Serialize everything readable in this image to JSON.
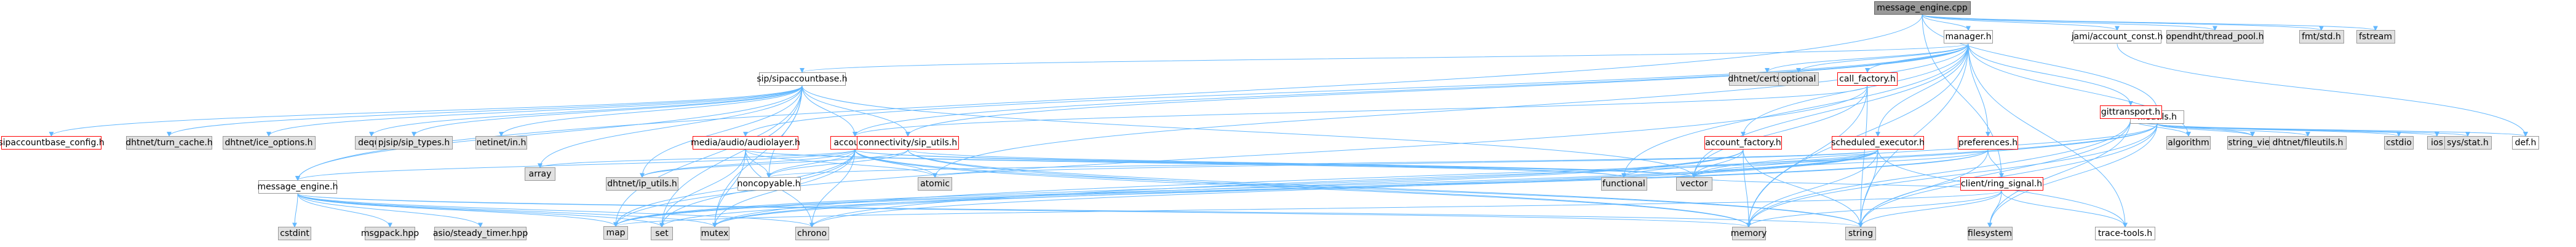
{
  "graph": {
    "edge_color": "#63b8ff",
    "nodes": [
      {
        "id": "root",
        "label": "message_engine.cpp",
        "type": "root"
      },
      {
        "id": "manager",
        "label": "manager.h",
        "type": "doc"
      },
      {
        "id": "jamiaccount_const",
        "label": "jami/account_const.h",
        "type": "doc"
      },
      {
        "id": "threadpool",
        "label": "opendht/thread_pool.h",
        "type": "ext"
      },
      {
        "id": "fmtstd",
        "label": "fmt/std.h",
        "type": "ext"
      },
      {
        "id": "fstream",
        "label": "fstream",
        "type": "ext"
      },
      {
        "id": "fileutils",
        "label": "fileutils.h",
        "type": "doc"
      },
      {
        "id": "sipaccountbase",
        "label": "sip/sipaccountbase.h",
        "type": "doc"
      },
      {
        "id": "dhtcertstore",
        "label": "dhtnet/certstore.h",
        "type": "ext"
      },
      {
        "id": "optional",
        "label": "optional",
        "type": "ext"
      },
      {
        "id": "callfactory",
        "label": "call_factory.h",
        "type": "red"
      },
      {
        "id": "gittransport",
        "label": "gittransport.h",
        "type": "red"
      },
      {
        "id": "sipconfig",
        "label": "sipaccountbase_config.h",
        "type": "red"
      },
      {
        "id": "turncache",
        "label": "dhtnet/turn_cache.h",
        "type": "ext"
      },
      {
        "id": "iceoptions",
        "label": "dhtnet/ice_options.h",
        "type": "ext"
      },
      {
        "id": "deque",
        "label": "deque",
        "type": "ext"
      },
      {
        "id": "pjsiptypes",
        "label": "pjsip/sip_types.h",
        "type": "ext"
      },
      {
        "id": "netinet",
        "label": "netinet/in.h",
        "type": "ext"
      },
      {
        "id": "audiolayer",
        "label": "media/audio/audiolayer.h",
        "type": "red"
      },
      {
        "id": "account",
        "label": "account.h",
        "type": "red"
      },
      {
        "id": "sip_utils",
        "label": "connectivity/sip_utils.h",
        "type": "red"
      },
      {
        "id": "accountfactory",
        "label": "account_factory.h",
        "type": "red"
      },
      {
        "id": "scheduled",
        "label": "scheduled_executor.h",
        "type": "red"
      },
      {
        "id": "preferences",
        "label": "preferences.h",
        "type": "red"
      },
      {
        "id": "algorithm",
        "label": "algorithm",
        "type": "ext"
      },
      {
        "id": "fu_stringview",
        "label": "string_view",
        "type": "ext"
      },
      {
        "id": "dhtfileutils",
        "label": "dhtnet/fileutils.h",
        "type": "ext"
      },
      {
        "id": "cstdio",
        "label": "cstdio",
        "type": "ext"
      },
      {
        "id": "ios",
        "label": "ios",
        "type": "ext"
      },
      {
        "id": "sysstat",
        "label": "sys/stat.h",
        "type": "ext"
      },
      {
        "id": "defh",
        "label": "def.h",
        "type": "doc"
      },
      {
        "id": "message_engine_h",
        "label": "message_engine.h",
        "type": "doc"
      },
      {
        "id": "array",
        "label": "array",
        "type": "ext"
      },
      {
        "id": "ip_utils",
        "label": "dhtnet/ip_utils.h",
        "type": "ext"
      },
      {
        "id": "atomic",
        "label": "atomic",
        "type": "ext"
      },
      {
        "id": "noncopyable",
        "label": "noncopyable.h",
        "type": "doc"
      },
      {
        "id": "functional",
        "label": "functional",
        "type": "ext"
      },
      {
        "id": "vector",
        "label": "vector",
        "type": "ext"
      },
      {
        "id": "ringsignal",
        "label": "client/ring_signal.h",
        "type": "red"
      },
      {
        "id": "cstdint",
        "label": "cstdint",
        "type": "ext"
      },
      {
        "id": "msgpack",
        "label": "msgpack.hpp",
        "type": "ext"
      },
      {
        "id": "asio",
        "label": "asio/steady_timer.hpp",
        "type": "ext"
      },
      {
        "id": "map",
        "label": "map",
        "type": "ext"
      },
      {
        "id": "set",
        "label": "set",
        "type": "ext"
      },
      {
        "id": "mutex",
        "label": "mutex",
        "type": "ext"
      },
      {
        "id": "chrono",
        "label": "chrono",
        "type": "ext"
      },
      {
        "id": "memory",
        "label": "memory",
        "type": "ext"
      },
      {
        "id": "string",
        "label": "string",
        "type": "ext"
      },
      {
        "id": "filesystem",
        "label": "filesystem",
        "type": "ext"
      },
      {
        "id": "tracetools",
        "label": "trace-tools.h",
        "type": "doc"
      }
    ],
    "edges": [
      [
        "root",
        "manager"
      ],
      [
        "root",
        "jamiaccount_const"
      ],
      [
        "root",
        "threadpool"
      ],
      [
        "root",
        "fmtstd"
      ],
      [
        "root",
        "fstream"
      ],
      [
        "root",
        "fileutils"
      ],
      [
        "root",
        "ringsignal"
      ],
      [
        "root",
        "message_engine_h"
      ],
      [
        "manager",
        "sipaccountbase"
      ],
      [
        "manager",
        "dhtcertstore"
      ],
      [
        "manager",
        "optional"
      ],
      [
        "manager",
        "callfactory"
      ],
      [
        "manager",
        "gittransport"
      ],
      [
        "manager",
        "audiolayer"
      ],
      [
        "manager",
        "account"
      ],
      [
        "manager",
        "accountfactory"
      ],
      [
        "manager",
        "scheduled"
      ],
      [
        "manager",
        "preferences"
      ],
      [
        "manager",
        "algorithm"
      ],
      [
        "manager",
        "functional"
      ],
      [
        "manager",
        "atomic"
      ],
      [
        "manager",
        "vector"
      ],
      [
        "manager",
        "memory"
      ],
      [
        "manager",
        "string"
      ],
      [
        "manager",
        "tracetools"
      ],
      [
        "manager",
        "sip_utils"
      ],
      [
        "jamiaccount_const",
        "defh"
      ],
      [
        "sipaccountbase",
        "sipconfig"
      ],
      [
        "sipaccountbase",
        "turncache"
      ],
      [
        "sipaccountbase",
        "iceoptions"
      ],
      [
        "sipaccountbase",
        "deque"
      ],
      [
        "sipaccountbase",
        "pjsiptypes"
      ],
      [
        "sipaccountbase",
        "netinet"
      ],
      [
        "sipaccountbase",
        "account"
      ],
      [
        "sipaccountbase",
        "sip_utils"
      ],
      [
        "sipaccountbase",
        "message_engine_h"
      ],
      [
        "sipaccountbase",
        "noncopyable"
      ],
      [
        "sipaccountbase",
        "ip_utils"
      ],
      [
        "sipaccountbase",
        "array"
      ],
      [
        "sipaccountbase",
        "vector"
      ],
      [
        "sipaccountbase",
        "map"
      ],
      [
        "sipaccountbase",
        "set"
      ],
      [
        "sipaccountbase",
        "mutex"
      ],
      [
        "callfactory",
        "account"
      ],
      [
        "callfactory",
        "string"
      ],
      [
        "callfactory",
        "map"
      ],
      [
        "callfactory",
        "memory"
      ],
      [
        "callfactory",
        "vector"
      ],
      [
        "gittransport",
        "algorithm"
      ],
      [
        "gittransport",
        "fu_stringview"
      ],
      [
        "gittransport",
        "memory"
      ],
      [
        "gittransport",
        "string"
      ],
      [
        "gittransport",
        "filesystem"
      ],
      [
        "audiolayer",
        "noncopyable"
      ],
      [
        "audiolayer",
        "atomic"
      ],
      [
        "audiolayer",
        "chrono"
      ],
      [
        "audiolayer",
        "mutex"
      ],
      [
        "audiolayer",
        "vector"
      ],
      [
        "audiolayer",
        "functional"
      ],
      [
        "audiolayer",
        "set"
      ],
      [
        "account",
        "message_engine_h"
      ],
      [
        "account",
        "noncopyable"
      ],
      [
        "account",
        "ip_utils"
      ],
      [
        "account",
        "functional"
      ],
      [
        "account",
        "atomic"
      ],
      [
        "account",
        "chrono"
      ],
      [
        "account",
        "mutex"
      ],
      [
        "account",
        "vector"
      ],
      [
        "account",
        "memory"
      ],
      [
        "account",
        "string"
      ],
      [
        "account",
        "map"
      ],
      [
        "account",
        "set"
      ],
      [
        "account",
        "array"
      ],
      [
        "sip_utils",
        "ip_utils"
      ],
      [
        "sip_utils",
        "noncopyable"
      ],
      [
        "sip_utils",
        "memory"
      ],
      [
        "sip_utils",
        "string"
      ],
      [
        "sip_utils",
        "vector"
      ],
      [
        "accountfactory",
        "vector"
      ],
      [
        "accountfactory",
        "map"
      ],
      [
        "accountfactory",
        "mutex"
      ],
      [
        "accountfactory",
        "string"
      ],
      [
        "accountfactory",
        "memory"
      ],
      [
        "accountfactory",
        "functional"
      ],
      [
        "scheduled",
        "functional"
      ],
      [
        "scheduled",
        "atomic"
      ],
      [
        "scheduled",
        "chrono"
      ],
      [
        "scheduled",
        "memory"
      ],
      [
        "scheduled",
        "mutex"
      ],
      [
        "scheduled",
        "vector"
      ],
      [
        "scheduled",
        "map"
      ],
      [
        "scheduled",
        "string"
      ],
      [
        "scheduled",
        "tracetools"
      ],
      [
        "scheduled",
        "noncopyable"
      ],
      [
        "preferences",
        "ringsignal"
      ],
      [
        "preferences",
        "string"
      ],
      [
        "preferences",
        "map"
      ],
      [
        "preferences",
        "set"
      ],
      [
        "preferences",
        "vector"
      ],
      [
        "fileutils",
        "fu_stringview"
      ],
      [
        "fileutils",
        "dhtfileutils"
      ],
      [
        "fileutils",
        "cstdio"
      ],
      [
        "fileutils",
        "ios"
      ],
      [
        "fileutils",
        "sysstat"
      ],
      [
        "fileutils",
        "defh"
      ],
      [
        "fileutils",
        "string"
      ],
      [
        "fileutils",
        "vector"
      ],
      [
        "fileutils",
        "chrono"
      ],
      [
        "fileutils",
        "mutex"
      ],
      [
        "fileutils",
        "filesystem"
      ],
      [
        "fileutils",
        "memory"
      ],
      [
        "message_engine_h",
        "cstdint"
      ],
      [
        "message_engine_h",
        "msgpack"
      ],
      [
        "message_engine_h",
        "asio"
      ],
      [
        "message_engine_h",
        "map"
      ],
      [
        "message_engine_h",
        "set"
      ],
      [
        "message_engine_h",
        "mutex"
      ],
      [
        "message_engine_h",
        "chrono"
      ],
      [
        "message_engine_h",
        "memory"
      ],
      [
        "message_engine_h",
        "string"
      ],
      [
        "ringsignal",
        "memory"
      ],
      [
        "ringsignal",
        "string"
      ],
      [
        "ringsignal",
        "tracetools"
      ],
      [
        "ringsignal",
        "filesystem"
      ],
      [
        "ringsignal",
        "map"
      ],
      [
        "ringsignal",
        "vector"
      ]
    ]
  }
}
